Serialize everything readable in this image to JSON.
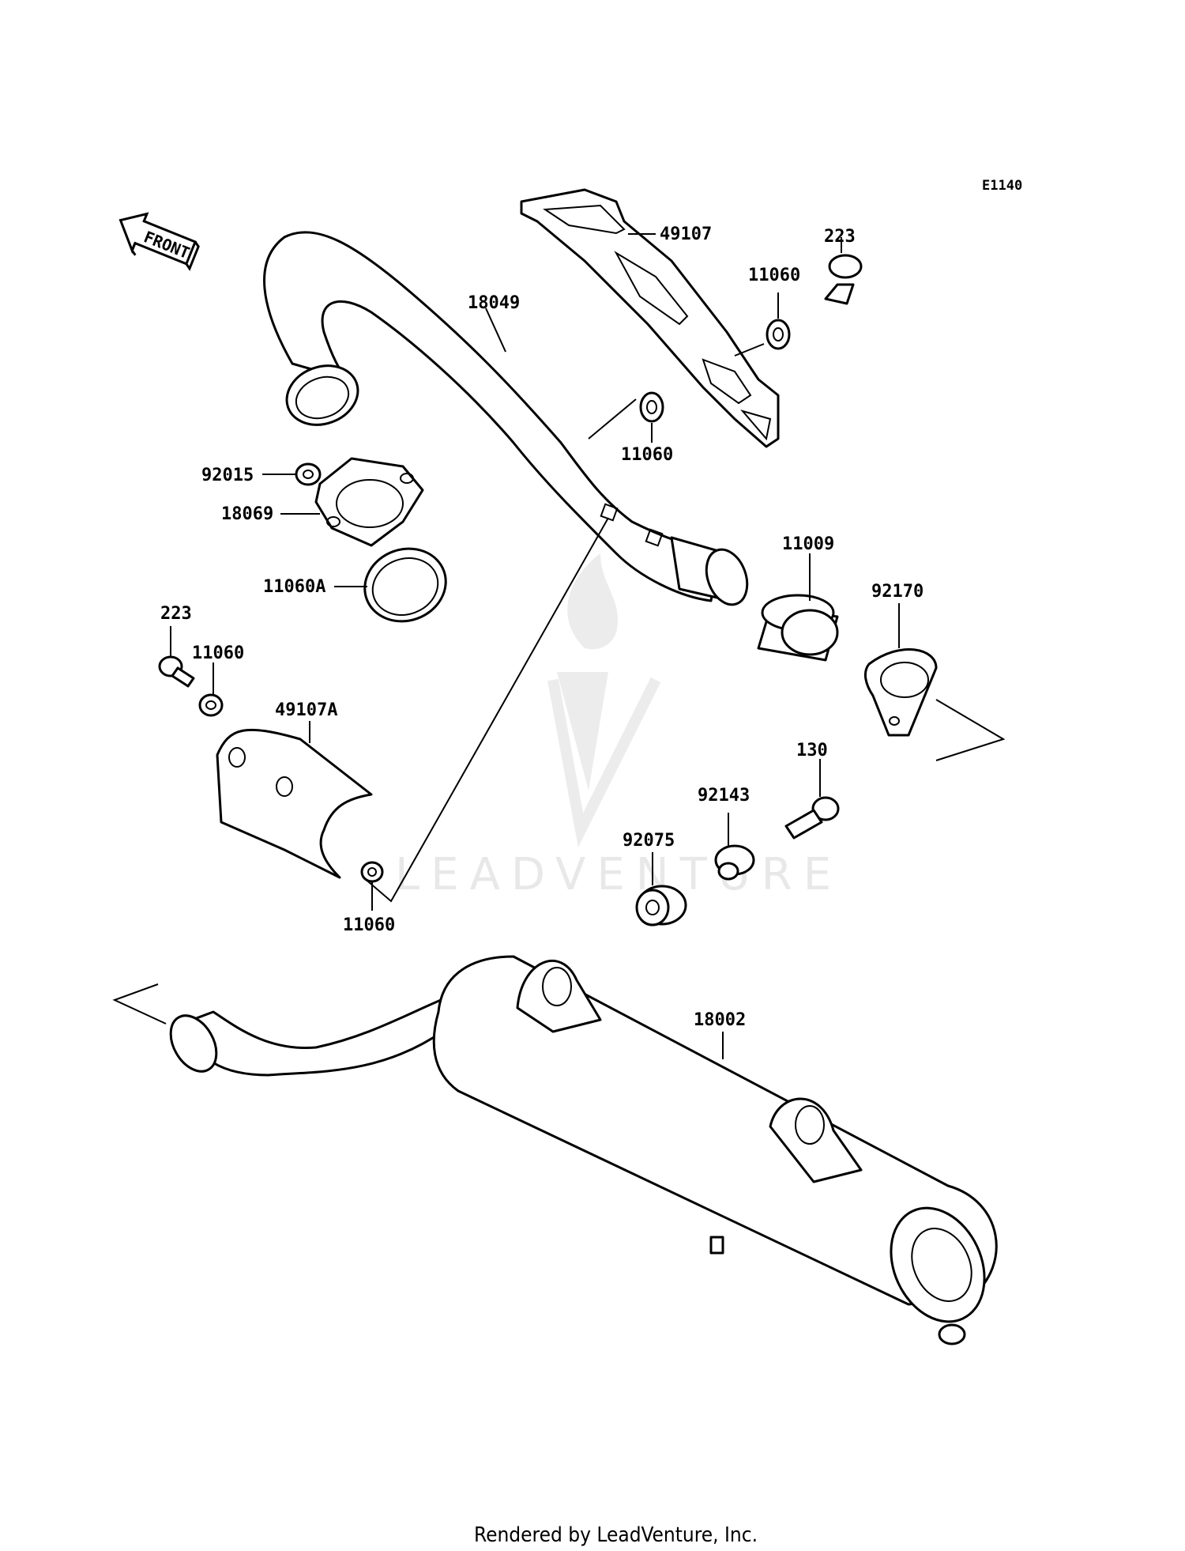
{
  "diagram_code": "E1140",
  "front_label": "FRONT",
  "footer": "Rendered by LeadVenture, Inc.",
  "watermark": "LEADVENTURE",
  "labels": {
    "p49107": "49107",
    "p223_top": "223",
    "p11060_top": "11060",
    "p18049": "18049",
    "p11060_mid": "11060",
    "p92015": "92015",
    "p18069": "18069",
    "p11009": "11009",
    "p92170": "92170",
    "p11060A": "11060A",
    "p223_left": "223",
    "p11060_left": "11060",
    "p49107A": "49107A",
    "p130": "130",
    "p92143": "92143",
    "p92075": "92075",
    "p11060_bottom": "11060",
    "p18002": "18002"
  }
}
